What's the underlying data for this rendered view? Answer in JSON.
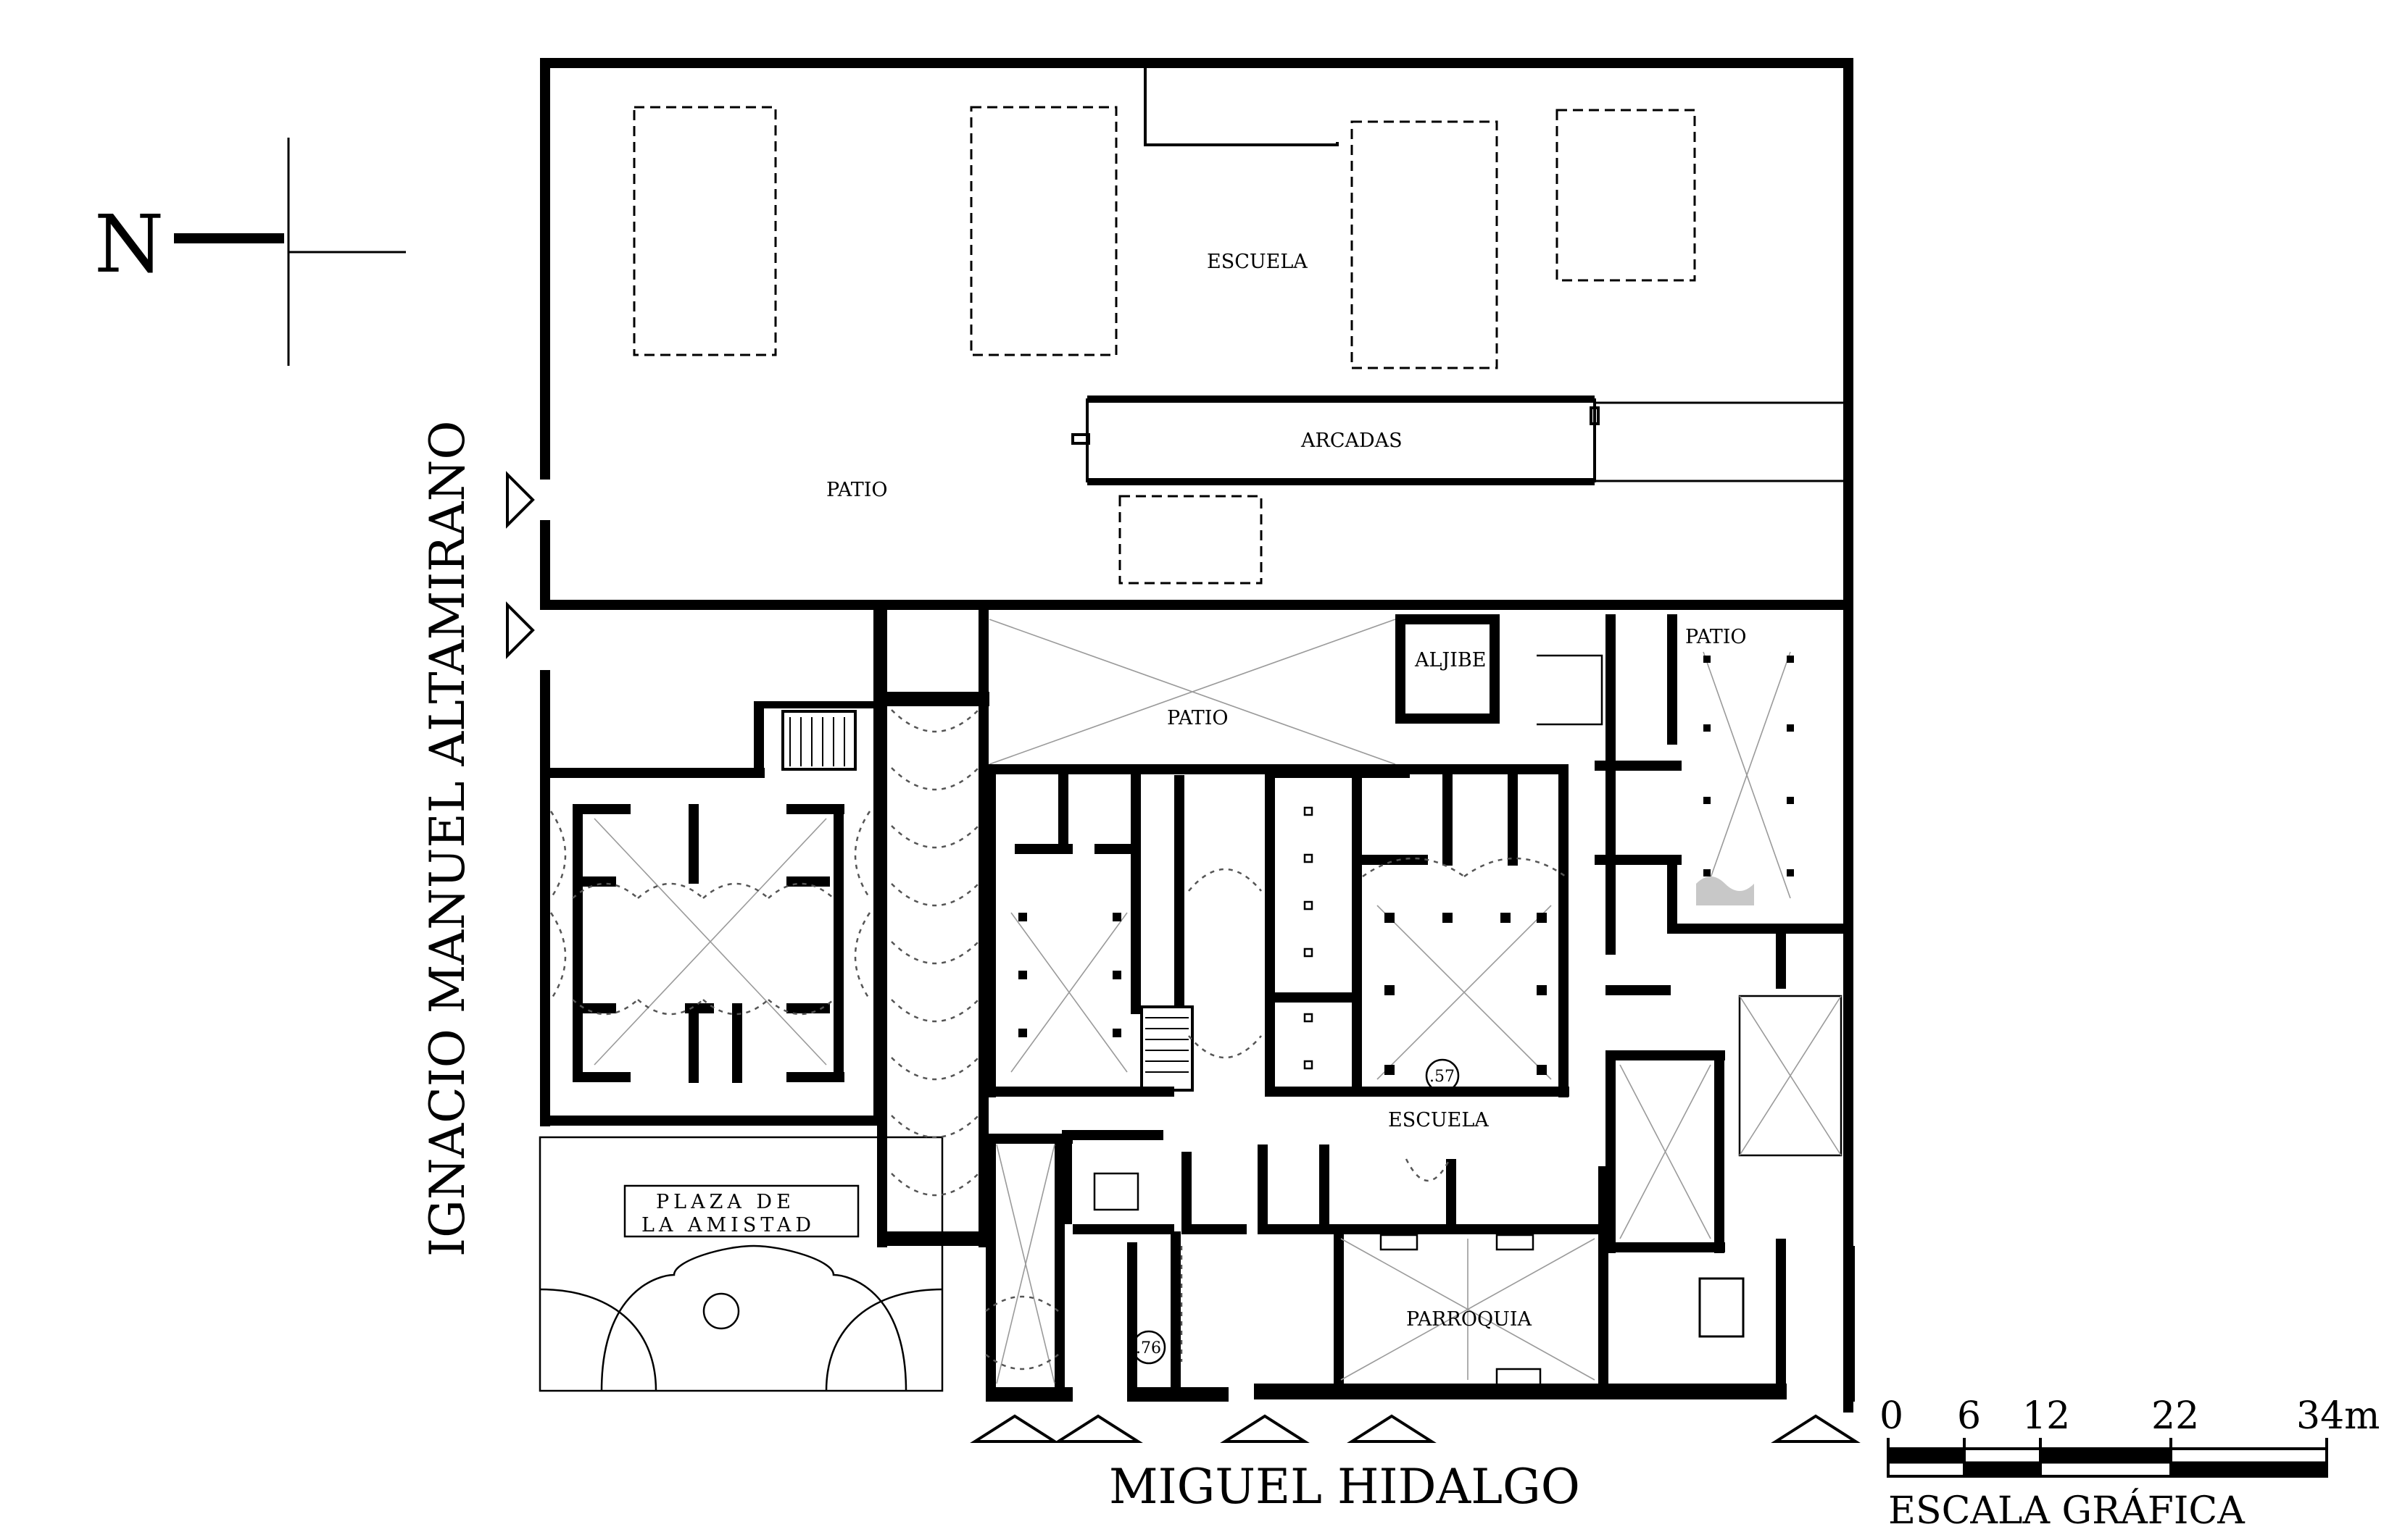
{
  "north_label": "N",
  "streets": {
    "west": "IGNACIO MANUEL ALTAMIRANO",
    "south": "MIGUEL HIDALGO"
  },
  "rooms": {
    "escuela_top": "ESCUELA",
    "arcadas": "ARCADAS",
    "patio_west": "PATIO",
    "patio_center": "PATIO",
    "aljibe": "ALJIBE",
    "patio_east": "PATIO",
    "escuela_bottom": "ESCUELA",
    "parroquia": "PARROQUIA",
    "plaza_line1": "PLAZA DE",
    "plaza_line2": "LA AMISTAD"
  },
  "spot_levels": [
    ".57",
    ".76"
  ],
  "scale": {
    "ticks": [
      "0",
      "6",
      "12",
      "22",
      "34m"
    ],
    "title": "ESCALA GRÁFICA"
  }
}
